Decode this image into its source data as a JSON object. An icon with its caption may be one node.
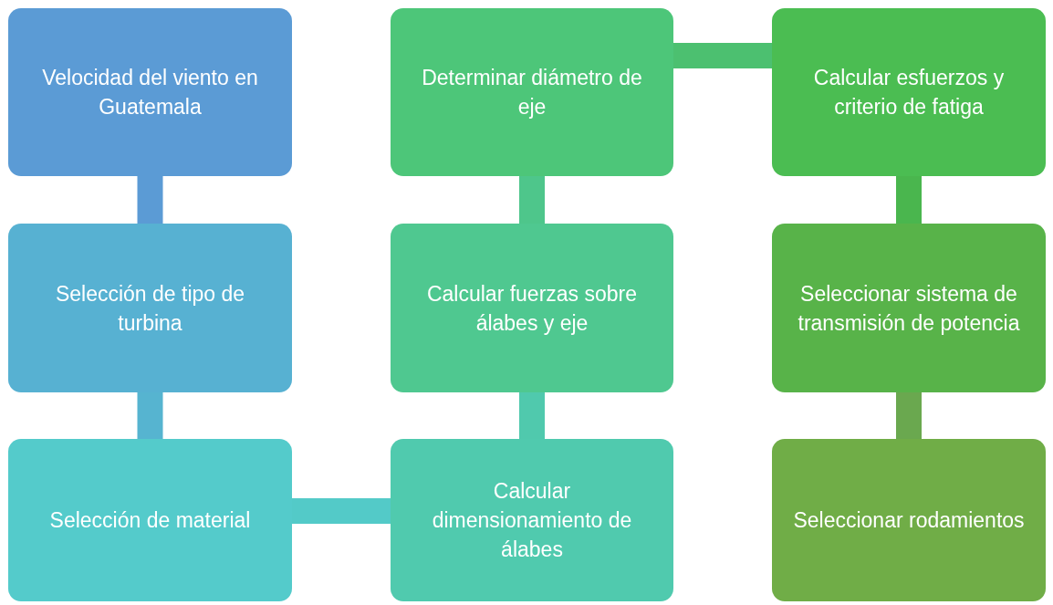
{
  "diagram": {
    "nodes": [
      {
        "text": [
          "Velocidad del viento en Guatemala"
        ]
      },
      {
        "text": [
          "Selección de tipo de turbina"
        ]
      },
      {
        "text": [
          "Selección de material"
        ]
      },
      {
        "text": [
          "Calcular dimensionamiento de álabes"
        ]
      },
      {
        "text": [
          "Calcular fuerzas sobre álabes y eje"
        ]
      },
      {
        "text": [
          "Determinar diámetro de eje"
        ]
      },
      {
        "text": [
          "Calcular esfuerzos y criterio de fatiga"
        ]
      },
      {
        "text": [
          "Seleccionar sistema de transmisión de potencia"
        ]
      },
      {
        "text": [
          "Seleccionar rodamientos"
        ]
      }
    ],
    "edges": [
      {
        "from": 0,
        "to": 1,
        "arrow": "none",
        "color": "#5b9bd5"
      },
      {
        "from": 1,
        "to": 2,
        "arrow": "none",
        "color": "#56b4d0"
      },
      {
        "from": 2,
        "to": 3,
        "arrow": "none",
        "color": "#53cac8"
      },
      {
        "from": 3,
        "to": 4,
        "arrow": "none",
        "color": "#50c9ad"
      },
      {
        "from": 4,
        "to": 5,
        "arrow": "none",
        "color": "#4ec68b"
      },
      {
        "from": 5,
        "to": 6,
        "arrow": "none",
        "color": "#4cc070"
      },
      {
        "from": 6,
        "to": 7,
        "arrow": "none",
        "color": "#4ab64e"
      },
      {
        "from": 7,
        "to": 8,
        "arrow": "none",
        "color": "#6aa84f"
      }
    ]
  }
}
